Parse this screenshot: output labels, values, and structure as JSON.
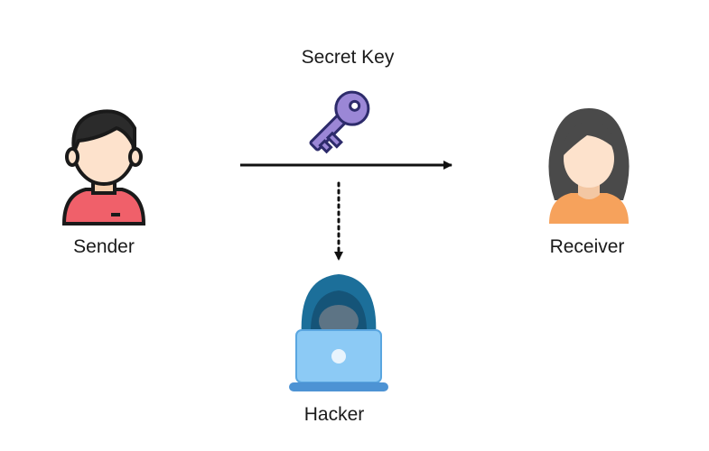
{
  "diagram": {
    "secret_key_label": "Secret Key",
    "sender_label": "Sender",
    "receiver_label": "Receiver",
    "hacker_label": "Hacker"
  },
  "colors": {
    "arrow": "#111111",
    "key_fill": "#9b87d6",
    "key_outline": "#2d2b6b",
    "sender_shirt": "#f0606a",
    "sender_skin": "#fde2cc",
    "receiver_hair": "#4a4a4a",
    "receiver_shirt": "#f6a25c",
    "hacker_hood": "#1c6f9a",
    "laptop": "#7fbff2"
  },
  "icons": {
    "sender": "male-user-icon",
    "receiver": "female-user-icon",
    "key": "key-icon",
    "hacker": "hacker-laptop-icon"
  }
}
